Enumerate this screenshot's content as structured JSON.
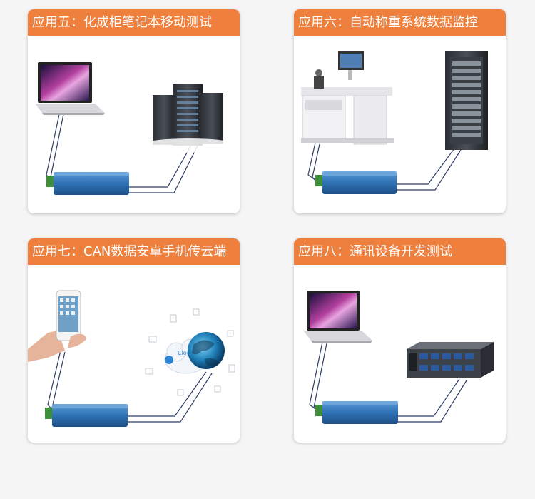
{
  "cards": [
    {
      "title": "应用五：化成柜笔记本移动测试"
    },
    {
      "title": "应用六：自动称重系统数据监控"
    },
    {
      "title": "应用七：CAN数据安卓手机传云端"
    },
    {
      "title": "应用八：通讯设备开发测试"
    }
  ],
  "cloud_label": "Cloud",
  "colors": {
    "header": "#ef7f3c",
    "device_blue": "#2c6fb0",
    "terminal_green": "#3d8f3a",
    "wire": "#2c3a66"
  },
  "icons": [
    "laptop-icon",
    "server-rack-icon",
    "server-cabinet-icon",
    "lab-workstation-icon",
    "smartphone-icon",
    "cloud-globe-icon",
    "network-switch-icon",
    "can-device-icon"
  ]
}
